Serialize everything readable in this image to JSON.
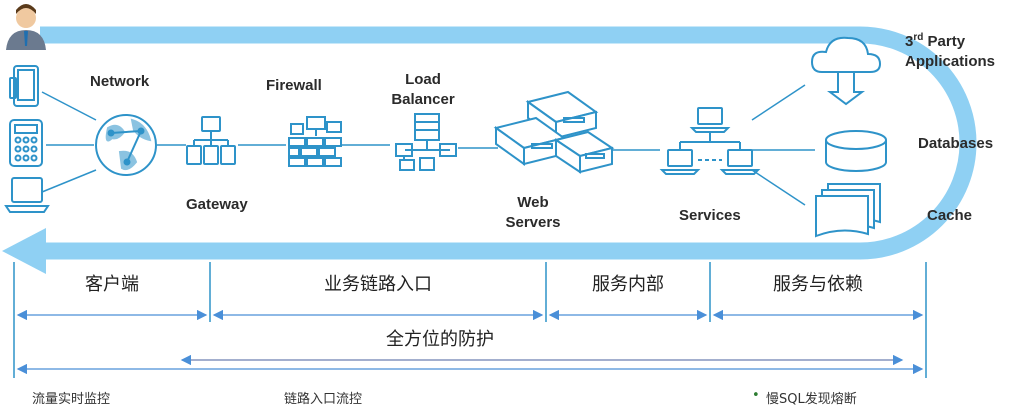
{
  "nodes": {
    "network": "Network",
    "firewall": "Firewall",
    "load_balancer": [
      "Load",
      "Balancer"
    ],
    "gateway": "Gateway",
    "web_servers": [
      "Web",
      "Servers"
    ],
    "services": "Services",
    "third_party": {
      "prefix": "3",
      "sup": "rd",
      "rest": " Party",
      "line2": "Applications"
    },
    "databases": "Databases",
    "cache": "Cache"
  },
  "segments": [
    "客户端",
    "业务链路入口",
    "服务内部",
    "服务与依赖"
  ],
  "overall_label": "全方位的防护",
  "footer": [
    {
      "text": "流量实时监控"
    },
    {
      "text": "链路入口流控"
    },
    {
      "text": "慢SQL发现熔断",
      "bullet": "•"
    }
  ],
  "colors": {
    "flow_band": "#8fd0f3",
    "device_line": "#2e93c9",
    "range_arrow": "#4a8fd8"
  }
}
